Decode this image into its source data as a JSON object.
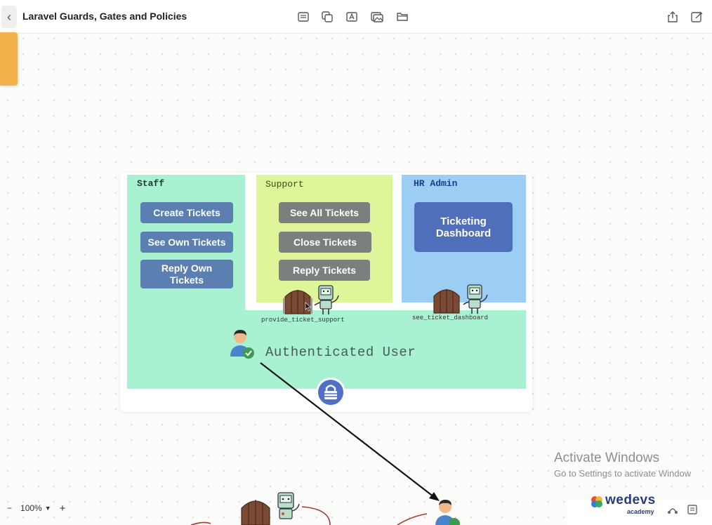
{
  "header": {
    "back_glyph": "‹",
    "title": "Laravel Guards, Gates and Policies",
    "tools": [
      "notes-icon",
      "duplicate-icon",
      "text-box-icon",
      "image-icon",
      "folder-icon"
    ],
    "right_tools": [
      "share-icon",
      "edit-icon"
    ]
  },
  "diagram": {
    "staff": {
      "label": "Staff",
      "buttons": [
        "Create Tickets",
        "See Own Tickets",
        "Reply Own Tickets"
      ]
    },
    "support": {
      "label": "Support",
      "buttons": [
        "See All Tickets",
        "Close Tickets",
        "Reply Tickets"
      ],
      "gate_label": "provide_ticket_support"
    },
    "hr_admin": {
      "label": "HR Admin",
      "button": "Ticketing Dashboard",
      "gate_label": "see_ticket_dashboard"
    },
    "authenticated_user": "Authenticated User",
    "colors": {
      "staff_zone": "#a8f2d2",
      "support_zone": "#def59a",
      "hr_zone": "#9ccdf2",
      "staff_button": "#5b7fb0",
      "support_button": "#79807d",
      "dashboard_button": "#4f6fba",
      "lock": "#4f70c4"
    }
  },
  "zoom": {
    "minus": "−",
    "value": "100%",
    "plus": "+"
  },
  "watermark": {
    "title": "Activate Windows",
    "subtitle": "Go to Settings to activate Window"
  },
  "brand": {
    "name": "wedevs",
    "sub": "academy"
  }
}
